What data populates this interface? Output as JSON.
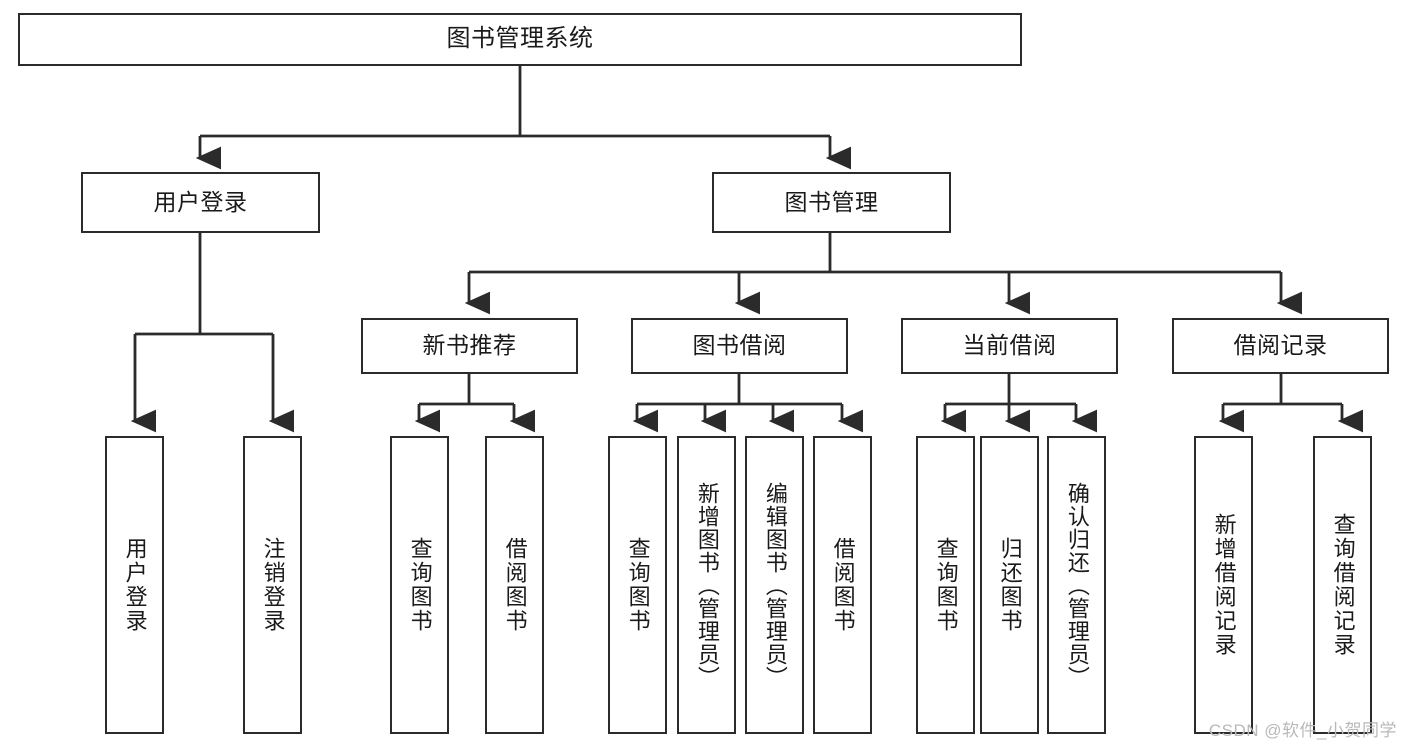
{
  "diagram": {
    "title": "图书管理系统",
    "watermark": "CSDN @软件_小贺同学",
    "line_color": "#2b2b2b",
    "background_color": "#ffffff",
    "text_color": "#1a1a1a"
  },
  "nodes": {
    "root": {
      "label": "图书管理系统"
    },
    "level2": [
      {
        "label": "用户登录"
      },
      {
        "label": "图书管理"
      }
    ],
    "level3": [
      {
        "label": "新书推荐"
      },
      {
        "label": "图书借阅"
      },
      {
        "label": "当前借阅"
      },
      {
        "label": "借阅记录"
      }
    ],
    "leaves": {
      "user_login": [
        {
          "label": "用户登录"
        },
        {
          "label": "注销登录"
        }
      ],
      "new_book_recommend": [
        {
          "label": "查询图书"
        },
        {
          "label": "借阅图书"
        }
      ],
      "book_borrow": [
        {
          "label": "查询图书"
        },
        {
          "label": "新增图书（管理员）"
        },
        {
          "label": "编辑图书（管理员）"
        },
        {
          "label": "借阅图书"
        }
      ],
      "current_borrow": [
        {
          "label": "查询图书"
        },
        {
          "label": "归还图书"
        },
        {
          "label": "确认归还（管理员）"
        }
      ],
      "borrow_record": [
        {
          "label": "新增借阅记录"
        },
        {
          "label": "查询借阅记录"
        }
      ]
    }
  }
}
